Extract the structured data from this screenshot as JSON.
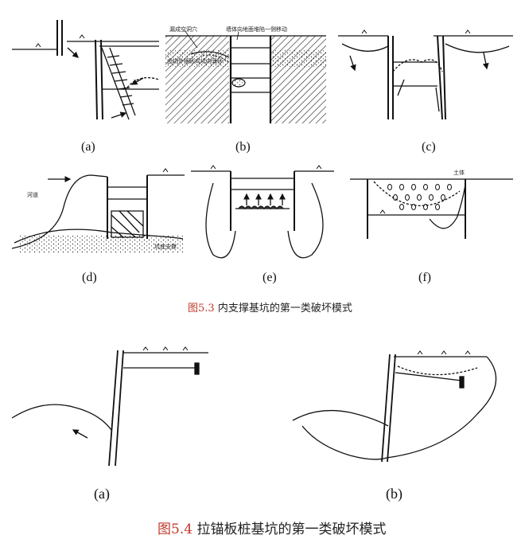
{
  "figure_top": {
    "panels": [
      {
        "label": "(a)"
      },
      {
        "label": "(b)",
        "annotations": [
          "漏成空洞穴",
          "墙体向地面堆陷一侧移动",
          "由坑外细砂向坑内涌砂"
        ]
      },
      {
        "label": "(c)"
      },
      {
        "label": "(d)",
        "annotations": [
          "河道",
          "坑底支撑"
        ]
      },
      {
        "label": "(e)"
      },
      {
        "label": "(f)",
        "annotations": [
          "土体"
        ]
      }
    ],
    "caption": {
      "number": "图5.3",
      "text": "内支撑基坑的第一类破坏模式"
    }
  },
  "figure_bottom": {
    "panels": [
      {
        "label": "(a)"
      },
      {
        "label": "(b)"
      }
    ],
    "caption": {
      "number": "图5.4",
      "text": "拉锚板桩基坑的第一类破坏模式"
    }
  }
}
